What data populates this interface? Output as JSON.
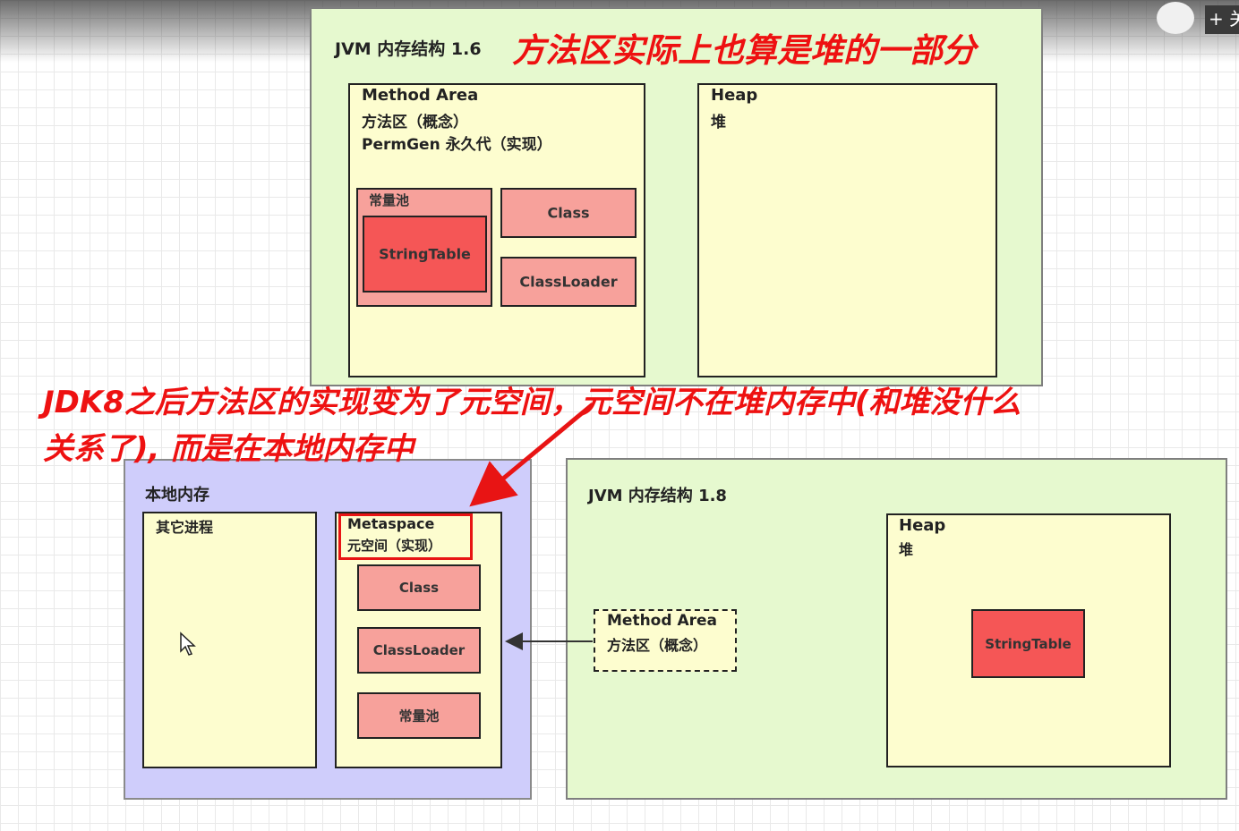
{
  "jvm16": {
    "title": "JVM 内存结构 1.6",
    "method_area": {
      "line1": "Method Area",
      "line2": "方法区（概念）",
      "line3": "PermGen 永久代（实现）"
    },
    "const_pool_label": "常量池",
    "string_table": "StringTable",
    "class": "Class",
    "class_loader": "ClassLoader",
    "heap": {
      "line1": "Heap",
      "line2": "堆"
    }
  },
  "annotations": {
    "top": "方法区实际上也算是堆的一部分",
    "middle_line1": "JDK8之后方法区的实现变为了元空间，元空间不在堆内存中(和堆没什么",
    "middle_line2": "关系了), 而是在本地内存中"
  },
  "native": {
    "title": "本地内存",
    "other_process": "其它进程",
    "metaspace": {
      "line1": "Metaspace",
      "line2": "元空间（实现）"
    },
    "class": "Class",
    "class_loader": "ClassLoader",
    "const_pool": "常量池"
  },
  "jvm18": {
    "title": "JVM 内存结构 1.8",
    "method_area": {
      "line1": "Method Area",
      "line2": "方法区（概念）"
    },
    "heap": {
      "line1": "Heap",
      "line2": "堆"
    },
    "string_table": "StringTable"
  },
  "chrome": {
    "top_right": "+ 关"
  },
  "colors": {
    "jvm_bg": "#e6f9cf",
    "yellow": "#fdfdcf",
    "pink": "#f7a19b",
    "red": "#f55656",
    "native_bg": "#cfcdfb",
    "annotation": "#ee1111"
  }
}
